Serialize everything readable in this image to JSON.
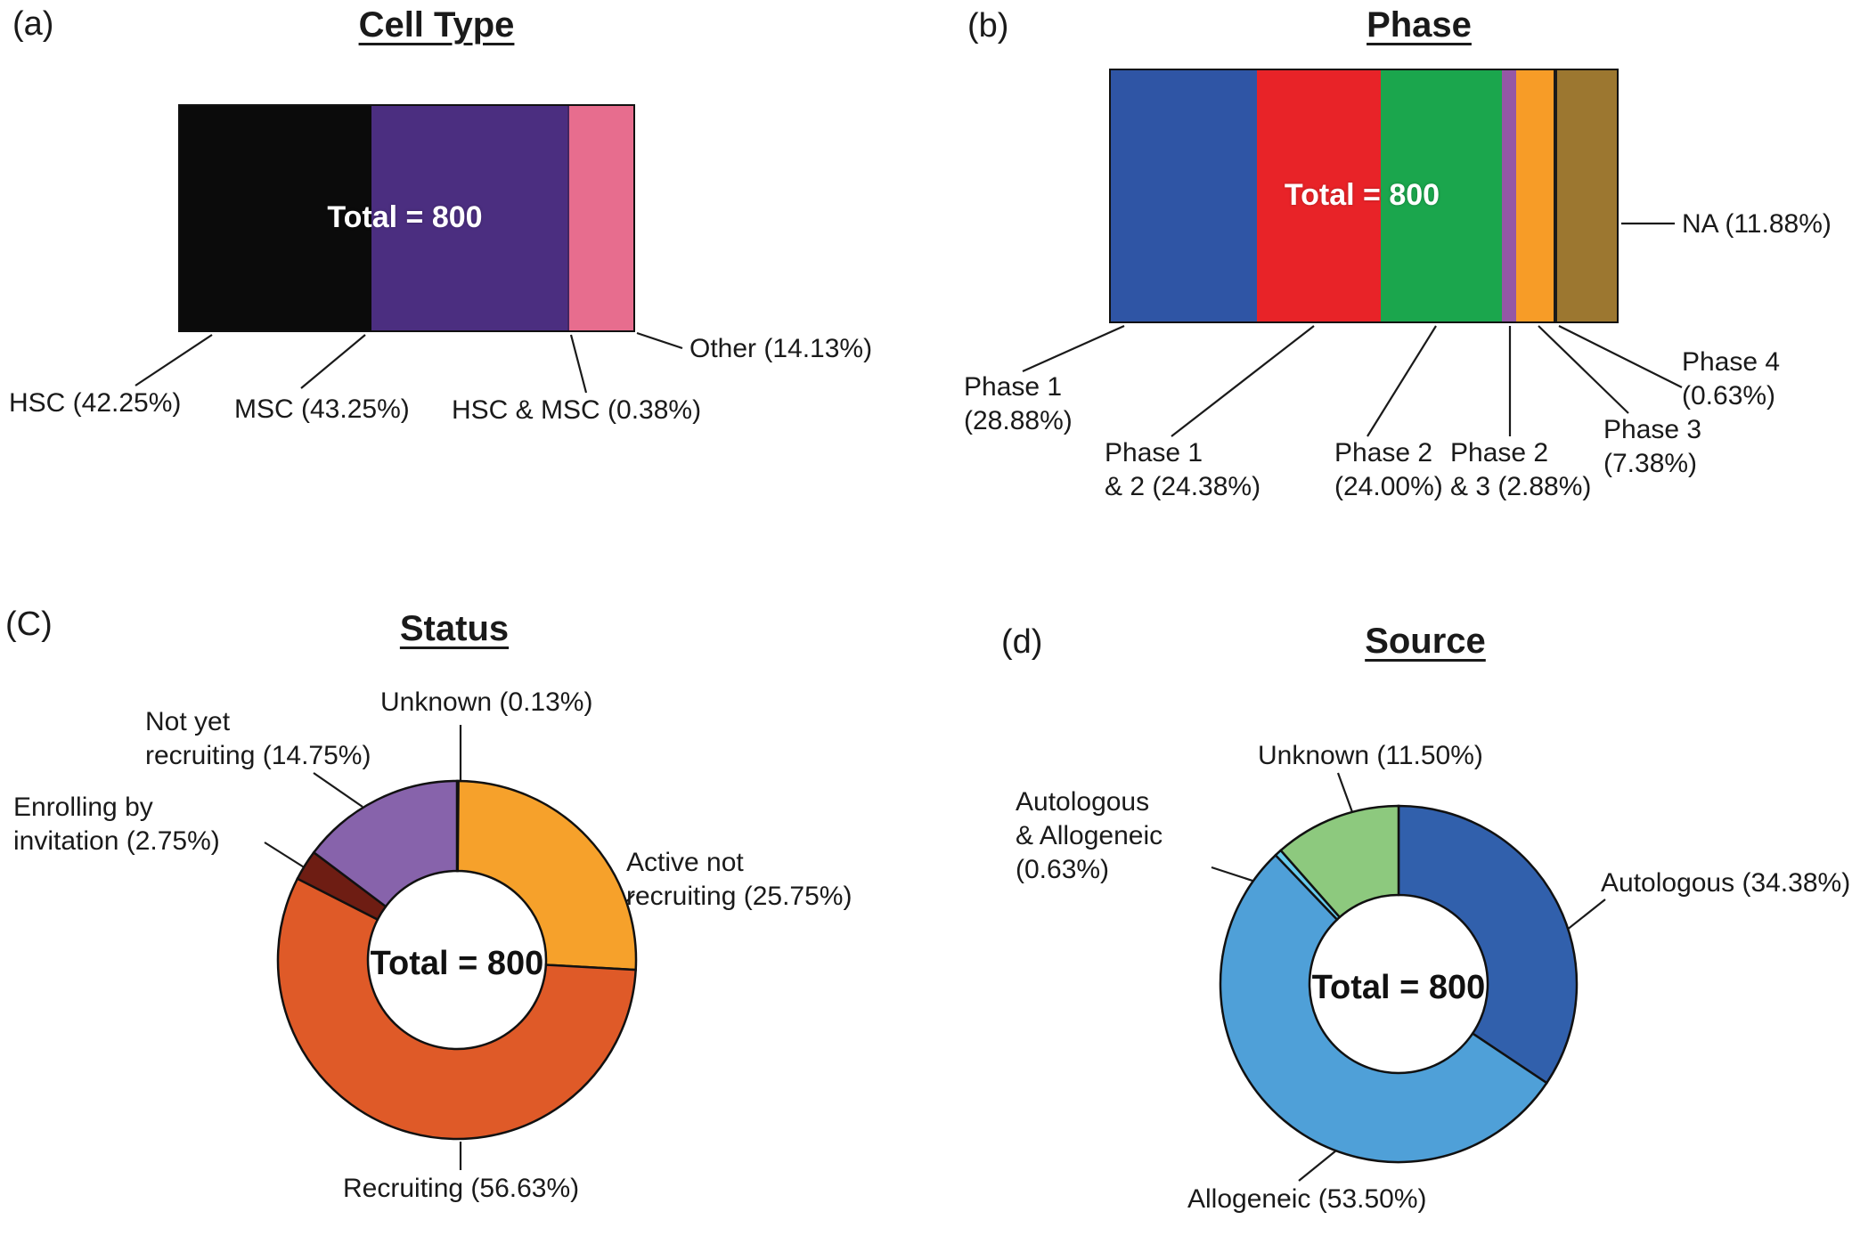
{
  "chart_data": [
    {
      "id": "a",
      "panel_letter": "(a)",
      "title": "Cell Type",
      "type": "stacked_bar",
      "total": 800,
      "center_label": "Total = 800",
      "legend_position": "below-with-leader-lines",
      "slices": [
        {
          "name": "HSC",
          "value_pct": 42.25,
          "color": "#0b0b0b",
          "label_lines": [
            "HSC (42.25%)"
          ]
        },
        {
          "name": "MSC",
          "value_pct": 43.25,
          "color": "#4b2e80",
          "label_lines": [
            "MSC (43.25%)"
          ]
        },
        {
          "name": "HSC & MSC",
          "value_pct": 0.38,
          "color": "#43255f",
          "label_lines": [
            "HSC & MSC (0.38%)"
          ]
        },
        {
          "name": "Other",
          "value_pct": 14.13,
          "color": "#e76d8e",
          "label_lines": [
            "Other (14.13%)"
          ]
        }
      ]
    },
    {
      "id": "b",
      "panel_letter": "(b)",
      "title": "Phase",
      "type": "stacked_bar",
      "total": 800,
      "center_label": "Total = 800",
      "legend_position": "around-with-leader-lines",
      "slices": [
        {
          "name": "Phase 1",
          "value_pct": 28.88,
          "color": "#2f55a5",
          "label_lines": [
            "Phase 1",
            "(28.88%)"
          ]
        },
        {
          "name": "Phase 1 & 2",
          "value_pct": 24.38,
          "color": "#e82328",
          "label_lines": [
            "Phase 1",
            "& 2 (24.38%)"
          ]
        },
        {
          "name": "Phase 2",
          "value_pct": 24.0,
          "color": "#1ba64d",
          "label_lines": [
            "Phase 2",
            "(24.00%)"
          ]
        },
        {
          "name": "Phase 2 & 3",
          "value_pct": 2.88,
          "color": "#9458a5",
          "label_lines": [
            "Phase 2",
            "& 3 (2.88%)"
          ]
        },
        {
          "name": "Phase 3",
          "value_pct": 7.38,
          "color": "#f79c27",
          "label_lines": [
            "Phase 3",
            "(7.38%)"
          ]
        },
        {
          "name": "Phase 4",
          "value_pct": 0.63,
          "color": "#1a1a1a",
          "label_lines": [
            "Phase 4",
            "(0.63%)"
          ]
        },
        {
          "name": "NA",
          "value_pct": 11.88,
          "color": "#9c7730",
          "label_lines": [
            "NA (11.88%)"
          ]
        }
      ]
    },
    {
      "id": "c",
      "panel_letter": "(C)",
      "title": "Status",
      "type": "donut",
      "total": 800,
      "center_label": "Total = 800",
      "start_angle_deg": 0,
      "direction": "clockwise-from-top",
      "slices": [
        {
          "name": "Unknown",
          "value_pct": 0.13,
          "color": "#1a1a1a",
          "label_lines": [
            "Unknown (0.13%)"
          ]
        },
        {
          "name": "Active not recruiting",
          "value_pct": 25.75,
          "color": "#f6a12b",
          "label_lines": [
            "Active not",
            "recruiting (25.75%)"
          ]
        },
        {
          "name": "Recruiting",
          "value_pct": 56.63,
          "color": "#df5a28",
          "label_lines": [
            "Recruiting (56.63%)"
          ]
        },
        {
          "name": "Enrolling by invitation",
          "value_pct": 2.75,
          "color": "#6e1d13",
          "label_lines": [
            "Enrolling by",
            "invitation (2.75%)"
          ]
        },
        {
          "name": "Not yet recruiting",
          "value_pct": 14.75,
          "color": "#8763ab",
          "label_lines": [
            "Not yet",
            "recruiting (14.75%)"
          ]
        }
      ]
    },
    {
      "id": "d",
      "panel_letter": "(d)",
      "title": "Source",
      "type": "donut",
      "total": 800,
      "center_label": "Total = 800",
      "start_angle_deg": 0,
      "direction": "clockwise-from-top",
      "slices": [
        {
          "name": "Autologous",
          "value_pct": 34.38,
          "color": "#3160ac",
          "label_lines": [
            "Autologous (34.38%)"
          ]
        },
        {
          "name": "Allogeneic",
          "value_pct": 53.5,
          "color": "#4fa0d8",
          "label_lines": [
            "Allogeneic (53.50%)"
          ]
        },
        {
          "name": "Autologous & Allogeneic",
          "value_pct": 0.63,
          "color": "#67caec",
          "label_lines": [
            "Autologous",
            "& Allogeneic",
            "(0.63%)"
          ]
        },
        {
          "name": "Unknown",
          "value_pct": 11.5,
          "color": "#8dc97e",
          "label_lines": [
            "Unknown (11.50%)"
          ]
        }
      ]
    }
  ]
}
